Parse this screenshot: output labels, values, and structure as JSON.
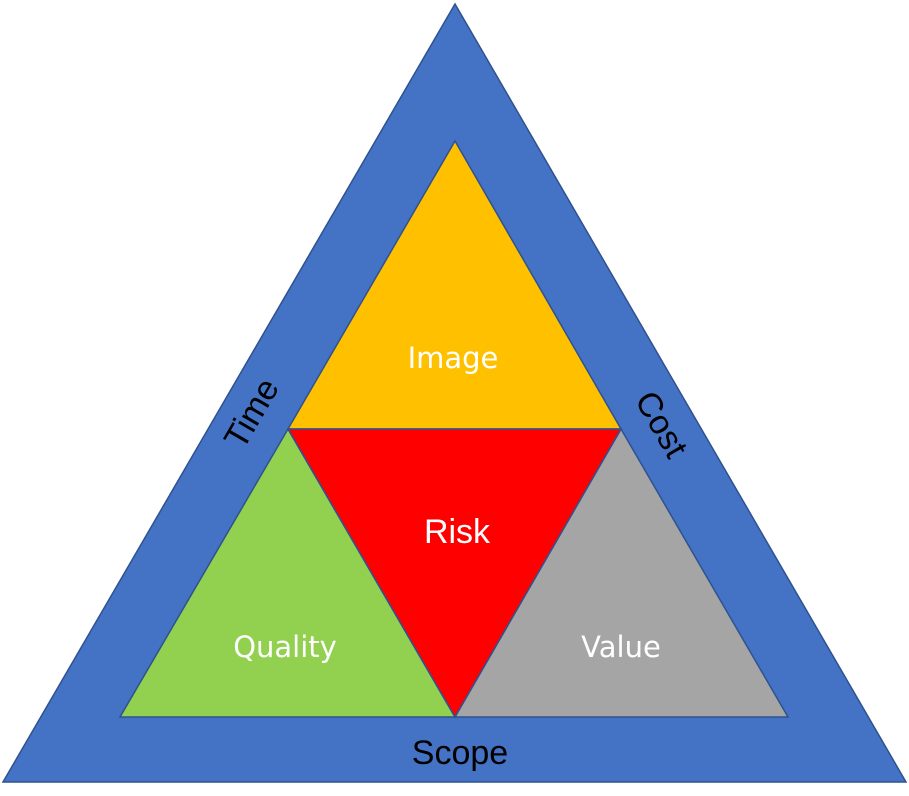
{
  "diagram": {
    "outer_sides": {
      "left": "Time",
      "right": "Cost",
      "bottom": "Scope"
    },
    "inner_triangles": {
      "top": "Image",
      "center": "Risk",
      "bottom_left": "Quality",
      "bottom_right": "Value"
    }
  },
  "colors": {
    "outer": "#4472C4",
    "outer_stroke": "#2F528F",
    "top": "#FFC000",
    "center": "#FF0000",
    "bottom_left": "#92D050",
    "bottom_right": "#A5A5A5",
    "inner_stroke": "#2F528F"
  }
}
